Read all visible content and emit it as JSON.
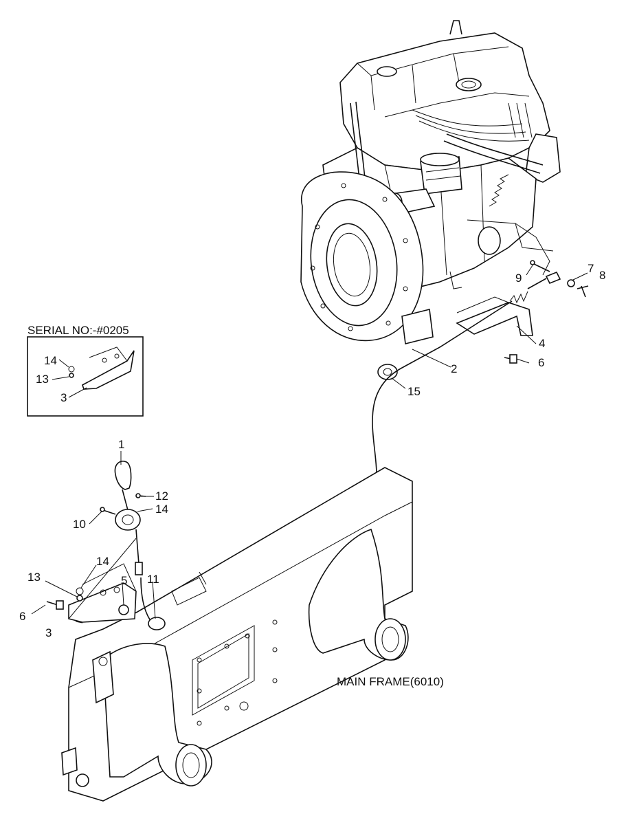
{
  "inset": {
    "title": "SERIAL NO:-#0205",
    "callouts": [
      "14",
      "13",
      "3"
    ]
  },
  "frame_label": "MAIN FRAME(6010)",
  "callouts": [
    "1",
    "2",
    "3",
    "4",
    "5",
    "6",
    "6",
    "7",
    "8",
    "9",
    "10",
    "11",
    "12",
    "13",
    "14",
    "14",
    "14",
    "15"
  ]
}
